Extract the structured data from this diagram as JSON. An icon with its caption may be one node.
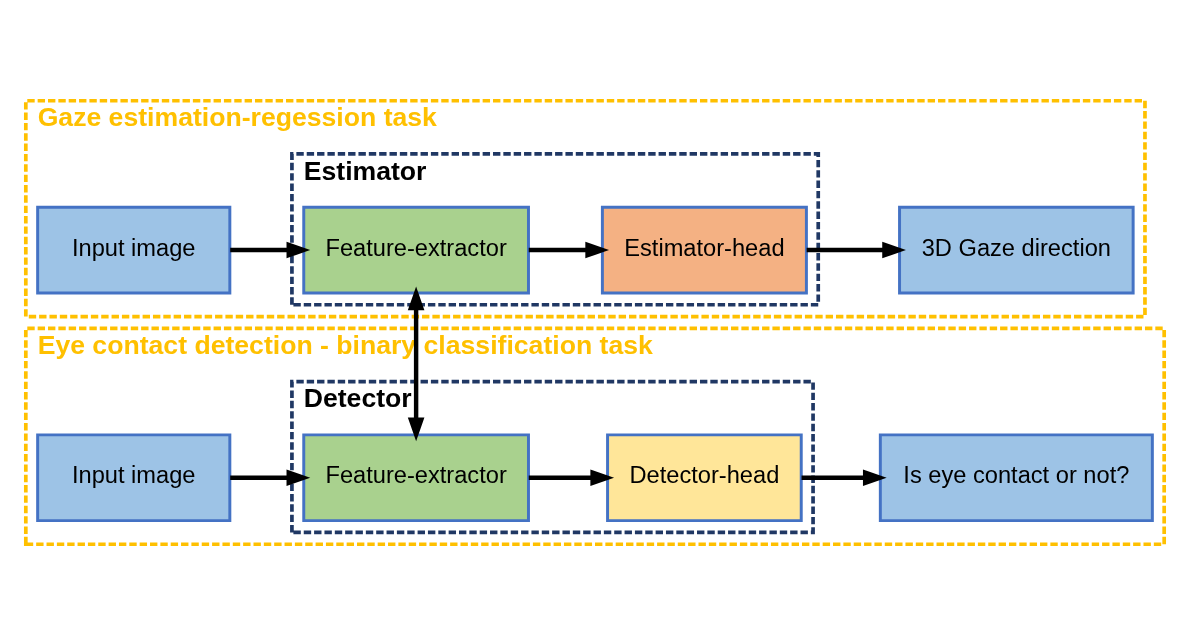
{
  "diagram": {
    "nodes": [
      {
        "text": [
          "Gaze estimation-regession task"
        ]
      },
      {
        "text": [
          "Estimator"
        ],
        "in": 0
      },
      {
        "text": [
          "Input image"
        ],
        "in": 0
      },
      {
        "text": [
          "Feature-extractor"
        ],
        "in": 1
      },
      {
        "text": [
          "Estimator-head"
        ],
        "in": 1
      },
      {
        "text": [
          "3D Gaze direction"
        ],
        "in": 0
      },
      {
        "text": [
          "Eye contact detection - binary classification task"
        ]
      },
      {
        "text": [
          "Detector"
        ],
        "in": 6
      },
      {
        "text": [
          "Input image"
        ],
        "in": 6
      },
      {
        "text": [
          "Feature-extractor"
        ],
        "in": 7
      },
      {
        "text": [
          "Detector-head"
        ],
        "in": 7
      },
      {
        "text": [
          "Is eye contact or not?"
        ],
        "in": 6
      }
    ],
    "edges": [
      {
        "from": 2,
        "to": 3,
        "arrow": "to"
      },
      {
        "from": 3,
        "to": 4,
        "arrow": "to"
      },
      {
        "from": 4,
        "to": 5,
        "arrow": "to"
      },
      {
        "from": 3,
        "to": 9,
        "arrow": "both"
      },
      {
        "from": 8,
        "to": 9,
        "arrow": "to"
      },
      {
        "from": 9,
        "to": 10,
        "arrow": "to"
      },
      {
        "from": 10,
        "to": 11,
        "arrow": "to"
      }
    ]
  }
}
